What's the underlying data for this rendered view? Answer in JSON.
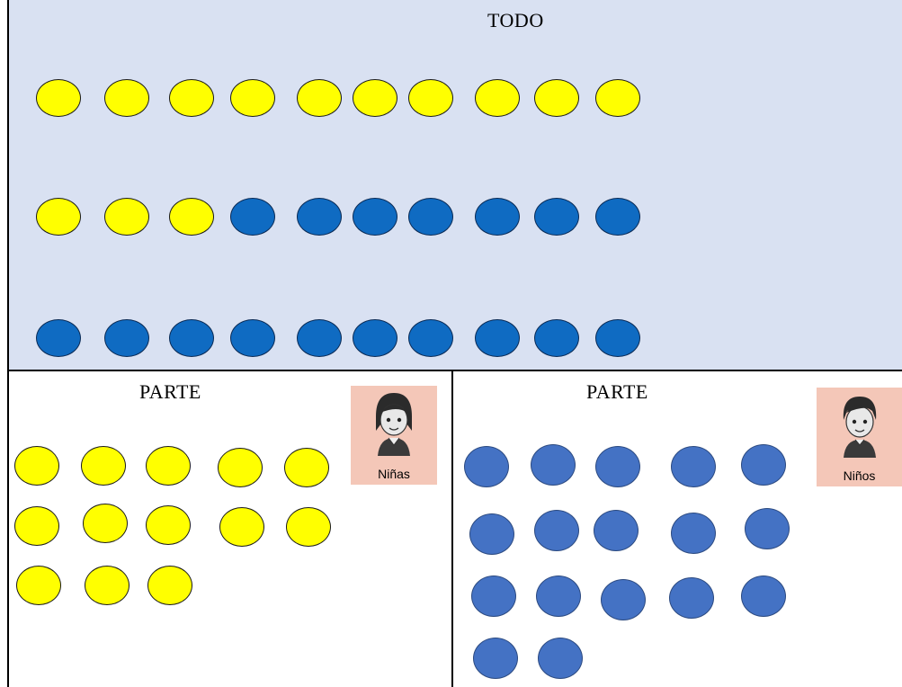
{
  "todo": {
    "title": "TODO",
    "rows": [
      [
        "yellow",
        "yellow",
        "yellow",
        "yellow",
        "yellow",
        "yellow",
        "yellow",
        "yellow",
        "yellow",
        "yellow"
      ],
      [
        "yellow",
        "yellow",
        "yellow",
        "navy",
        "navy",
        "navy",
        "navy",
        "navy",
        "navy",
        "navy"
      ],
      [
        "navy",
        "navy",
        "navy",
        "navy",
        "navy",
        "navy",
        "navy",
        "navy",
        "navy",
        "navy"
      ]
    ]
  },
  "left_part": {
    "title": "PARTE",
    "card_label": "Niñas",
    "dot_color": "yellow",
    "rows": [
      5,
      5,
      3
    ]
  },
  "right_part": {
    "title": "PARTE",
    "card_label": "Niños",
    "dot_color": "lblue",
    "rows": [
      5,
      5,
      5,
      2
    ]
  },
  "colors": {
    "yellow": "#ffff00",
    "navy": "#0f6bc2",
    "lblue": "#4472c4",
    "todo_bg": "#d9e1f2",
    "card_bg": "#f4c7b8"
  }
}
